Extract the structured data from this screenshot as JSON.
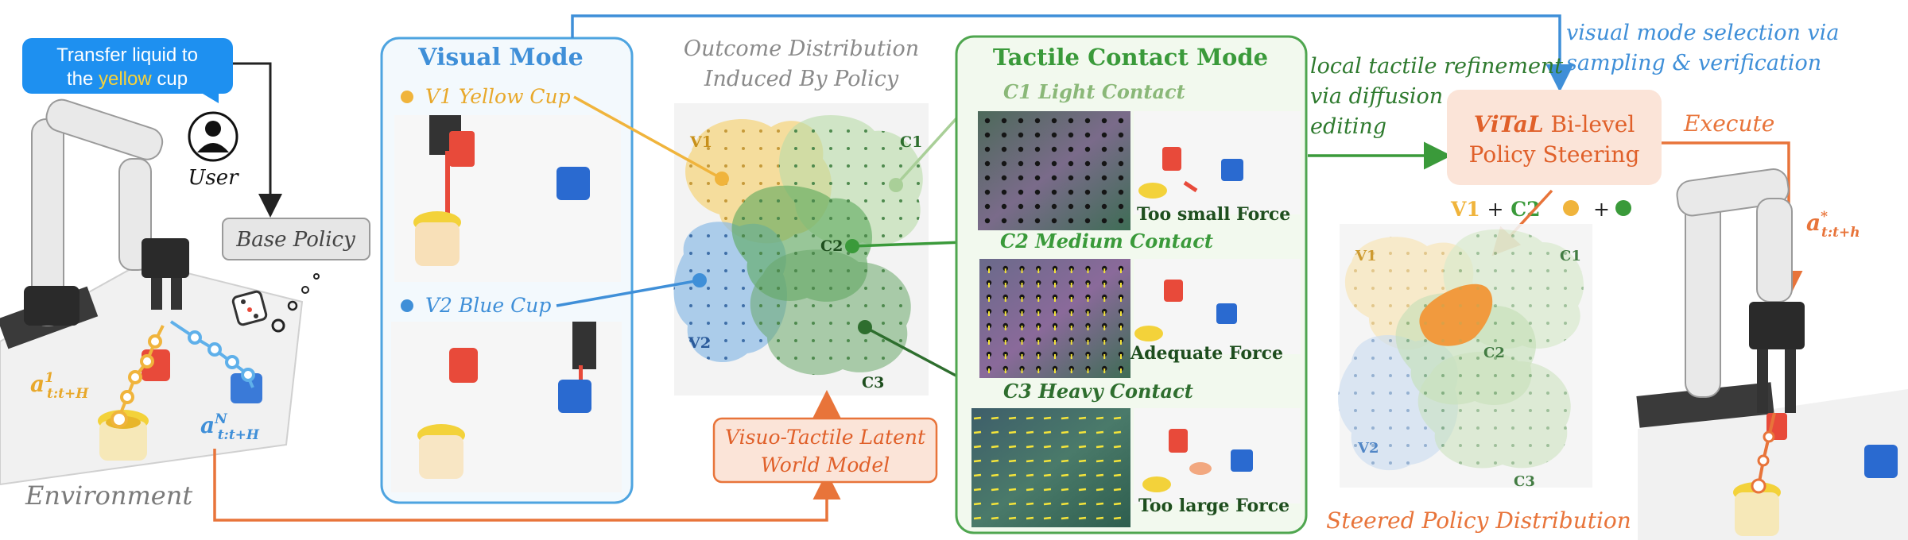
{
  "instruction": {
    "text_before": "Transfer liquid to",
    "text_line2_a": "the",
    "text_highlight": "yellow",
    "text_line2_b": "cup"
  },
  "user_label": "User",
  "base_policy": "Base Policy",
  "environment_label": "Environment",
  "action_first": {
    "a": "a",
    "sup": "1",
    "sub": "t:t+H"
  },
  "action_last": {
    "a": "a",
    "sup": "N",
    "sub": "t:t+H"
  },
  "visual_mode": {
    "title": "Visual Mode",
    "v1": "V1  Yellow Cup",
    "v2": "V2  Blue Cup"
  },
  "outcome": {
    "title_line1": "Outcome Distribution",
    "title_line2": "Induced By Policy",
    "labels": {
      "v1": "V1",
      "v2": "V2",
      "c1": "C1",
      "c2": "C2",
      "c3": "C3"
    }
  },
  "world_model": {
    "line1": "Visuo-Tactile Latent",
    "line2": "World Model"
  },
  "tactile_mode": {
    "title": "Tactile Contact Mode",
    "c1": "C1 Light Contact",
    "c2": "C2 Medium Contact",
    "c3": "C3  Heavy Contact",
    "f1": "Too small Force",
    "f2": "Adequate Force",
    "f3": "Too large Force"
  },
  "refine": {
    "line1": "local tactile refinement",
    "line2": "via diffusion",
    "line3": "editing"
  },
  "visual_select": {
    "line1": "visual mode selection via",
    "line2": "sampling & verification"
  },
  "vital": {
    "name": "ViTaL",
    "rest": " Bi-level",
    "line2": "Policy Steering"
  },
  "execute": "Execute",
  "combo": {
    "v1": "V1",
    "plus": "+",
    "c2": "C2"
  },
  "steered": {
    "caption": "Steered Policy Distribution",
    "labels": {
      "v1": "V1",
      "v2": "V2",
      "c1": "C1",
      "c2": "C2",
      "c3": "C3"
    }
  },
  "action_star": {
    "a": "a",
    "sup": "*",
    "sub": "t:t+h"
  },
  "colors": {
    "yellow": "#f0b43c",
    "blue": "#3f8fd8",
    "green": "#3a9a3a",
    "dark_green": "#2e6e2e",
    "light_green": "#a9cf98",
    "orange": "#e8743a",
    "gray_text": "#8a8a8a",
    "dark_text": "#2a2a2a"
  }
}
